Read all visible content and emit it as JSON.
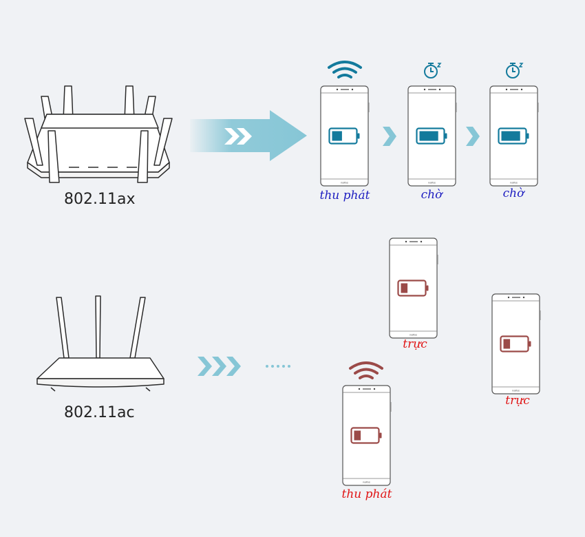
{
  "routers": {
    "ax": {
      "label": "802.11ax"
    },
    "ac": {
      "label": "802.11ac"
    }
  },
  "phones_ax": [
    {
      "caption": "thu phát",
      "state": "transmitting",
      "battery_level": 0.45,
      "indicator": "wifi-icon"
    },
    {
      "caption": "chờ",
      "state": "waiting",
      "battery_level": 0.85,
      "indicator": "timer-sleep-icon"
    },
    {
      "caption": "chờ",
      "state": "waiting",
      "battery_level": 0.85,
      "indicator": "timer-sleep-icon"
    }
  ],
  "phones_ac": [
    {
      "caption": "trực",
      "state": "standby",
      "battery_level": 0.3
    },
    {
      "caption": "thu phát",
      "state": "transmitting",
      "battery_level": 0.3,
      "indicator": "wifi-icon"
    },
    {
      "caption": "trực",
      "state": "standby",
      "battery_level": 0.3
    }
  ],
  "phone_brand": "nalfos",
  "colors": {
    "ax_accent": "#137a9c",
    "ac_accent": "#9b4a48",
    "arrow": "#86c6d6",
    "caption_ax": "#1c1cc0",
    "caption_ac": "#e01414"
  }
}
